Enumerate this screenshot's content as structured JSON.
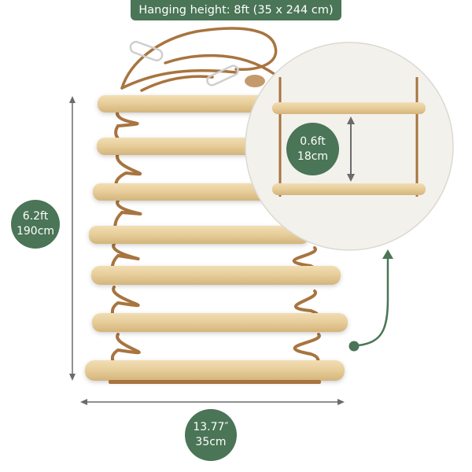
{
  "banner": {
    "text": "Hanging height: 8ft (35 x 244 cm)"
  },
  "height_badge": {
    "line1": "6.2ft",
    "line2": "190cm"
  },
  "rung_spacing_badge": {
    "line1": "0.6ft",
    "line2": "18cm"
  },
  "width_badge": {
    "line1": "13.77″",
    "line2": "35cm"
  },
  "colors": {
    "accent": "#4a7556",
    "wood": "#e7cf9f",
    "rope": "#a8743f",
    "zoom_circle": "#f3f1ec",
    "arrow": "#6b6b6b"
  },
  "product": {
    "rungs": 7,
    "zoom_rungs": 2
  }
}
